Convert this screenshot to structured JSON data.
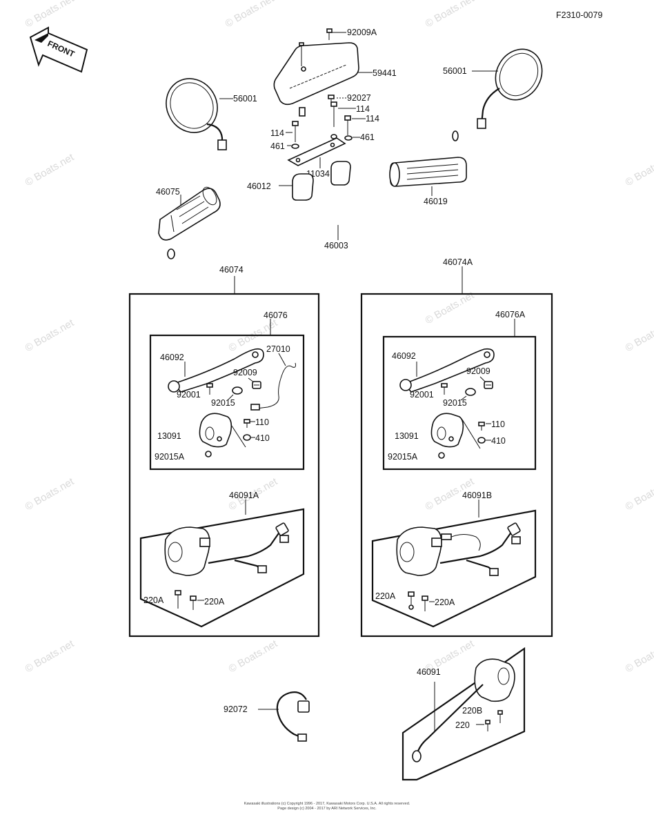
{
  "diagram_code": "F2310-0079",
  "direction_label": "FRONT",
  "watermark": "© Boats.net",
  "footer_lines": [
    "Kawasaki illustrations (c) Copyright 1996 - 2017, Kawasaki Motors Corp. U.S.A. All rights reserved.",
    "Page design (c) 2004 - 2017 by ARI Network Services, Inc."
  ],
  "parts": {
    "p92009A": "92009A",
    "p59441": "59441",
    "p56001_left": "56001",
    "p56001_right": "56001",
    "p92027": "92027",
    "p114_a": "114",
    "p114_b": "114",
    "p114_c": "114",
    "p461_a": "461",
    "p461_b": "461",
    "p11034": "11034",
    "p46012": "46012",
    "p46019": "46019",
    "p46075": "46075",
    "p46003": "46003",
    "p46074": "46074",
    "p46074A": "46074A",
    "p46076": "46076",
    "p46076A": "46076A",
    "p27010": "27010",
    "p46092_l": "46092",
    "p46092_r": "46092",
    "p92009_l": "92009",
    "p92009_r": "92009",
    "p92001_l": "92001",
    "p92001_r": "92001",
    "p92015_l": "92015",
    "p92015_r": "92015",
    "p110_l": "110",
    "p110_r": "110",
    "p13091_l": "13091",
    "p13091_r": "13091",
    "p410_l": "410",
    "p410_r": "410",
    "p92015A_l": "92015A",
    "p92015A_r": "92015A",
    "p46091A": "46091A",
    "p46091B": "46091B",
    "p220A_l1": "220A",
    "p220A_l2": "220A",
    "p220A_r1": "220A",
    "p220A_r2": "220A",
    "p92072": "92072",
    "p46091": "46091",
    "p220B": "220B",
    "p220": "220"
  }
}
